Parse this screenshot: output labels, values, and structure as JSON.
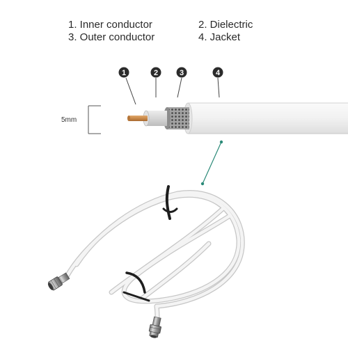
{
  "legend": {
    "items": [
      {
        "number": "1",
        "text": "1. Inner conductor"
      },
      {
        "number": "2",
        "text": "2. Dielectric"
      },
      {
        "number": "3",
        "text": "3. Outer conductor"
      },
      {
        "number": "4",
        "text": "4. Jacket"
      }
    ]
  },
  "dimension": {
    "label": "5mm"
  },
  "colors": {
    "copper": "#c98a4b",
    "dielectric": "#d8d8d8",
    "braid": "#8c8c8c",
    "jacket": "#f0f0f0",
    "marker": "#2b2b2b",
    "pointer": "#2b8a78"
  }
}
